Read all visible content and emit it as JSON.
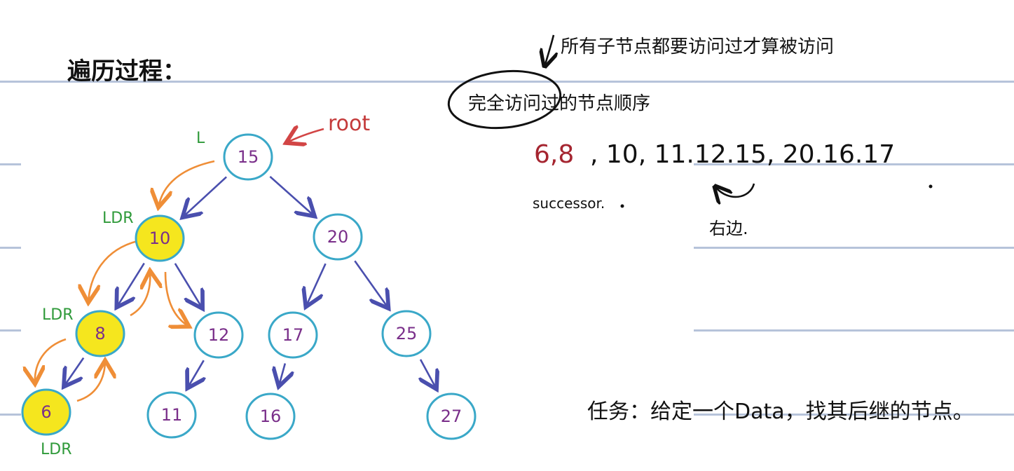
{
  "title": "遍历过程：",
  "note_top": "所有子节点都要访问过才算被访问",
  "circled_text": "完全",
  "order_label": "完全访问过的节点顺序",
  "sequence_red": "6,8",
  "sequence_rest": ", 10, 11.12.15, 20.16.17",
  "successor_label": "successor.",
  "bidirectional_label": "右边.",
  "task_text": "任务：给定一个Data，找其后继的节点。",
  "tree": {
    "root_label": "root",
    "L_label": "L",
    "ldr_label": "LDR",
    "nodes": [
      {
        "id": "15",
        "label": "15",
        "highlight": false
      },
      {
        "id": "10",
        "label": "10",
        "highlight": true
      },
      {
        "id": "20",
        "label": "20",
        "highlight": false
      },
      {
        "id": "8",
        "label": "8",
        "highlight": true
      },
      {
        "id": "12",
        "label": "12",
        "highlight": false
      },
      {
        "id": "17",
        "label": "17",
        "highlight": false
      },
      {
        "id": "25",
        "label": "25",
        "highlight": false
      },
      {
        "id": "6",
        "label": "6",
        "highlight": true
      },
      {
        "id": "11",
        "label": "11",
        "highlight": false
      },
      {
        "id": "16",
        "label": "16",
        "highlight": false
      },
      {
        "id": "27",
        "label": "27",
        "highlight": false
      }
    ],
    "edges": [
      [
        "15",
        "10"
      ],
      [
        "15",
        "20"
      ],
      [
        "10",
        "8"
      ],
      [
        "10",
        "12"
      ],
      [
        "20",
        "17"
      ],
      [
        "20",
        "25"
      ],
      [
        "8",
        "6"
      ],
      [
        "12",
        "11"
      ],
      [
        "17",
        "16"
      ],
      [
        "25",
        "27"
      ]
    ]
  },
  "colors": {
    "node_stroke": "#3aa8c8",
    "node_fill_highlight": "#f5e61e",
    "node_text": "#7a2f8a",
    "edge": "#4a4fae",
    "traversal": "#ef8e37",
    "ldr_text": "#2f9a3a",
    "root_text": "#c43a3a",
    "rule": "#b6c3da"
  }
}
